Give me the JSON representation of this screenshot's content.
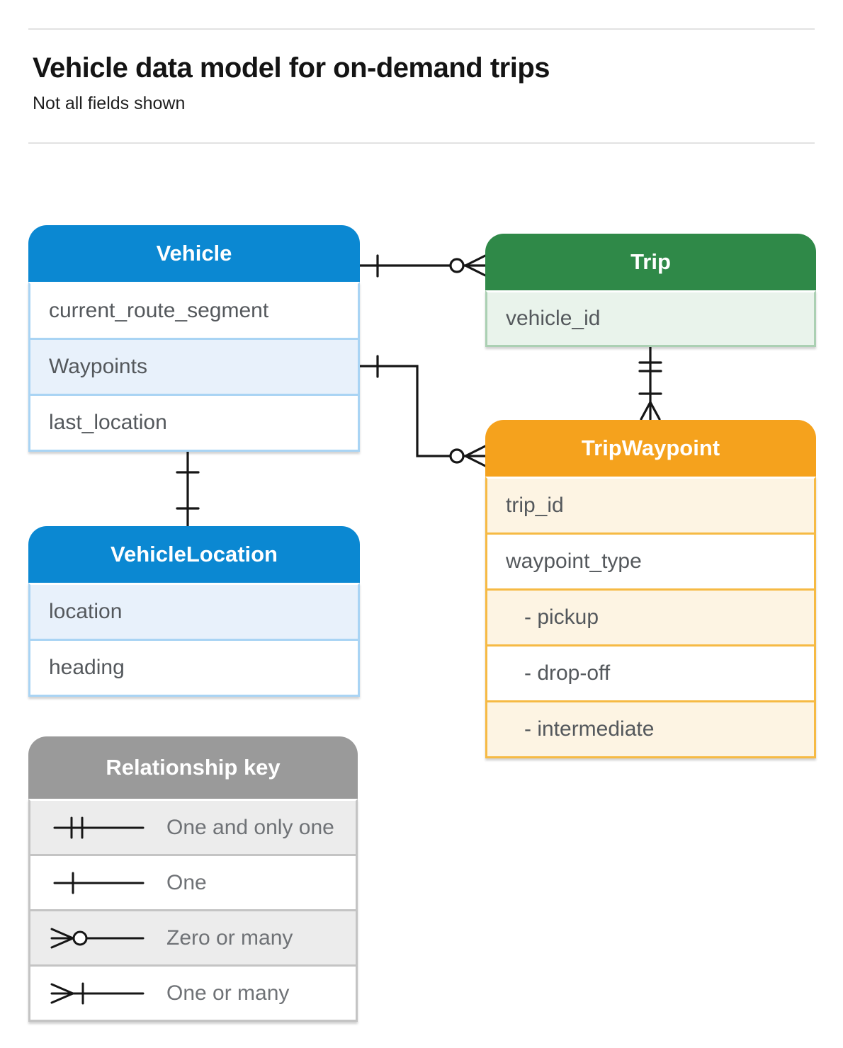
{
  "page": {
    "title": "Vehicle data model for on-demand trips",
    "subtitle": "Not all fields shown"
  },
  "colors": {
    "blue": "#0b88d2",
    "blue_light": "#e8f1fb",
    "blue_border": "#a9d4f4",
    "green": "#2f8948",
    "green_light": "#e9f3eb",
    "green_border": "#abd0b3",
    "orange": "#f5a21d",
    "orange_light": "#fdf4e3",
    "orange_border": "#f6ba44",
    "gray": "#9a9a9a",
    "gray_light": "#ececec",
    "gray_border": "#c4c4c4",
    "line": "#161616",
    "row_text": "#54585c",
    "key_text": "#6f7276"
  },
  "entities": {
    "vehicle": {
      "title": "Vehicle",
      "fields": [
        {
          "label": "current_route_segment"
        },
        {
          "label": "Waypoints"
        },
        {
          "label": "last_location"
        }
      ]
    },
    "trip": {
      "title": "Trip",
      "fields": [
        {
          "label": "vehicle_id"
        }
      ]
    },
    "trip_waypoint": {
      "title": "TripWaypoint",
      "fields": [
        {
          "label": "trip_id"
        },
        {
          "label": "waypoint_type"
        },
        {
          "label": "- pickup"
        },
        {
          "label": "- drop-off"
        },
        {
          "label": "- intermediate"
        }
      ]
    },
    "vehicle_location": {
      "title": "VehicleLocation",
      "fields": [
        {
          "label": "location"
        },
        {
          "label": "heading"
        }
      ]
    }
  },
  "relationships": [
    {
      "from": "Vehicle",
      "to": "Trip",
      "from_cardinality": "One",
      "to_cardinality": "Zero or many"
    },
    {
      "from": "Vehicle.Waypoints",
      "to": "TripWaypoint",
      "from_cardinality": "One",
      "to_cardinality": "Zero or many"
    },
    {
      "from": "Trip",
      "to": "TripWaypoint",
      "from_cardinality": "One and only one",
      "to_cardinality": "One or many"
    },
    {
      "from": "Vehicle",
      "to": "VehicleLocation",
      "from_cardinality": "One",
      "to_cardinality": "One"
    }
  ],
  "legend": {
    "title": "Relationship key",
    "items": [
      {
        "icon": "one-and-only-one-icon",
        "label": "One and only one"
      },
      {
        "icon": "one-icon",
        "label": "One"
      },
      {
        "icon": "zero-or-many-icon",
        "label": "Zero or many"
      },
      {
        "icon": "one-or-many-icon",
        "label": "One or many"
      }
    ]
  }
}
